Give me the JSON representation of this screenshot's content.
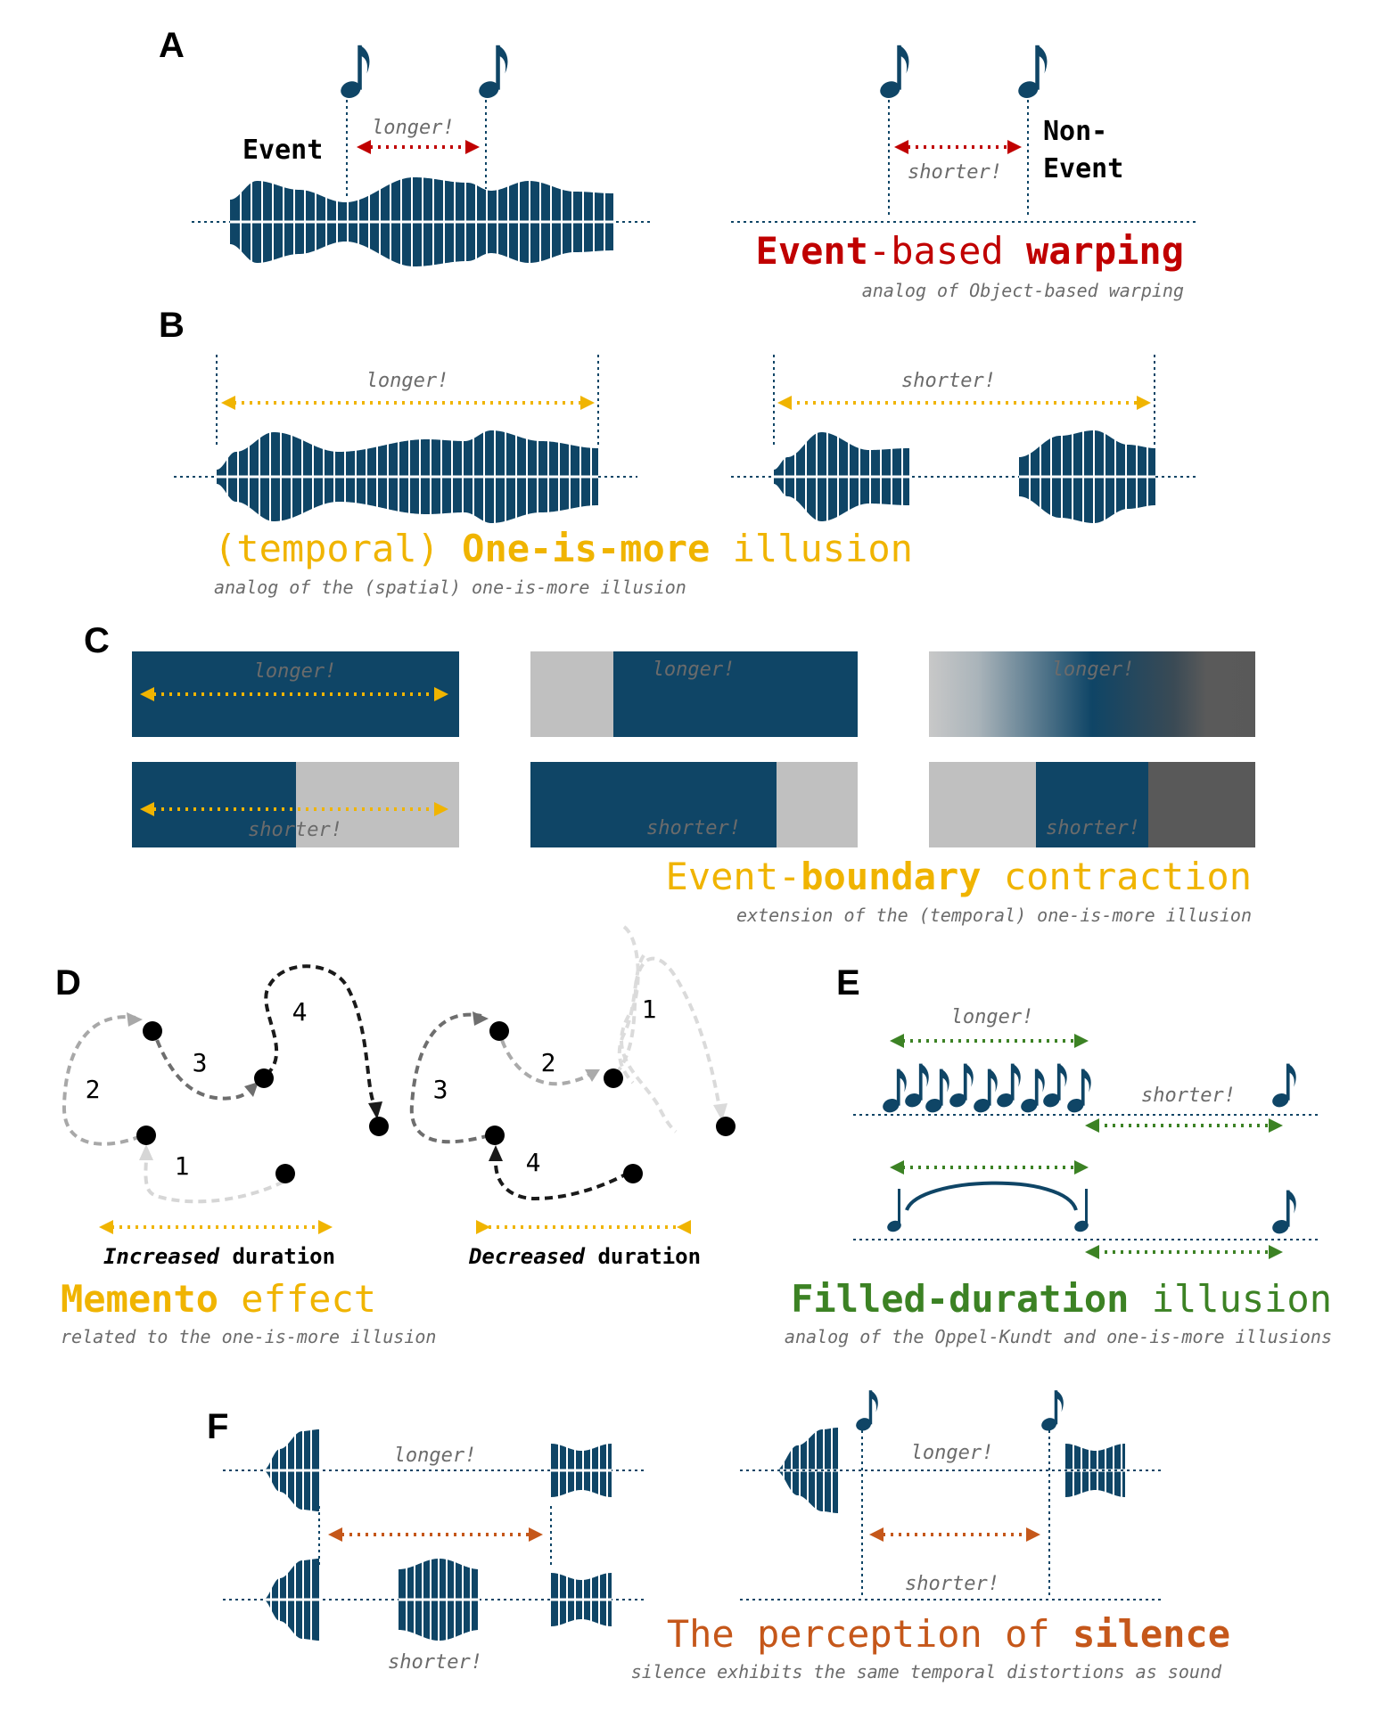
{
  "colors": {
    "navy": "#0f4566",
    "red": "#c00000",
    "yellow": "#f0b400",
    "green": "#3c8224",
    "orange": "#c5571a",
    "gray_text": "#6b6b6b",
    "light_gray": "#c0c0c0",
    "dark_gray": "#595959"
  },
  "icons": {
    "note": "eighth-note-icon",
    "dot": "event-dot-icon"
  },
  "panelA": {
    "letter": "A",
    "event_label": "Event",
    "non_label": "Non-",
    "event_label2": "Event",
    "longer": "longer!",
    "shorter": "shorter!",
    "title_a": "Event",
    "title_b": "-based ",
    "title_c": "warping",
    "subtitle": "analog of Object-based warping"
  },
  "panelB": {
    "letter": "B",
    "longer": "longer!",
    "shorter": "shorter!",
    "title_a": "(temporal) ",
    "title_b": "One-is-more",
    "title_c": " illusion",
    "subtitle": "analog of the (spatial) one-is-more illusion"
  },
  "panelC": {
    "letter": "C",
    "longer": "longer!",
    "shorter": "shorter!",
    "title_a": "Event-",
    "title_b": "boundary",
    "title_c": " contraction",
    "subtitle": "extension of the (temporal) one-is-more illusion"
  },
  "panelD": {
    "letter": "D",
    "nums": [
      "1",
      "2",
      "3",
      "4"
    ],
    "inc_a": "Increased",
    "inc_b": " duration",
    "dec_a": "Decreased",
    "dec_b": " duration",
    "title_a": "Memento",
    "title_b": " effect",
    "subtitle": "related to the one-is-more illusion"
  },
  "panelE": {
    "letter": "E",
    "longer": "longer!",
    "shorter": "shorter!",
    "title_a": "Filled-duration",
    "title_b": " illusion",
    "subtitle": "analog of the Oppel-Kundt and one-is-more illusions"
  },
  "panelF": {
    "letter": "F",
    "longer": "longer!",
    "shorter": "shorter!",
    "title_a": "The perception of ",
    "title_b": "silence",
    "subtitle": "silence exhibits the same temporal distortions as sound"
  }
}
